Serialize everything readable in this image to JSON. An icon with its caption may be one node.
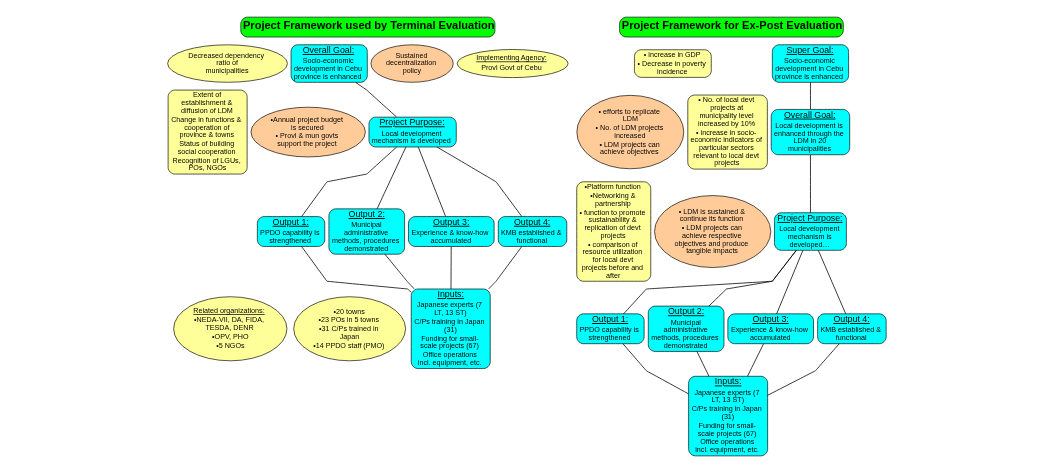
{
  "diagram": {
    "nodes": [
      {
        "text": [
          "Project Framework used by Terminal Evaluation"
        ]
      },
      {
        "text": [
          "Implementing Agency:",
          "Provl Govt of Cebu"
        ]
      },
      {
        "text": [
          "Sustained decentralization policy"
        ]
      },
      {
        "text": [
          "Overall Goal:",
          "Socio-economic development in Cebu province is enhanced"
        ]
      },
      {
        "text": [
          "Decreased dependency ratio of municipalities"
        ]
      },
      {
        "text": [
          "•Annual project budget is secured",
          "• Provl & mun govts support the project"
        ]
      },
      {
        "text": [
          "Project Purpose:",
          "Local development mechanism is developed"
        ]
      },
      {
        "text": [
          "Extent of establishment & diffusion of LDM",
          "Change in functions & cooperation of province & towns",
          "Status of building social cooperation",
          "Recognition of LGUs, POs, NGOs"
        ]
      },
      {
        "text": [
          "Output 1:",
          "PPDO capability is strengthened"
        ]
      },
      {
        "text": [
          "Output 2:",
          "Municipal administrative methods, procedures demonstrated"
        ]
      },
      {
        "text": [
          "Output 3:",
          "Experience & know-how accumulated"
        ]
      },
      {
        "text": [
          "Output 4:",
          "KMB established & functional"
        ]
      },
      {
        "text": [
          "•20 towns",
          "•23 POs in 5 towns",
          "•31 C/Ps trained in Japan",
          "•14 PPDO staff (PMO)"
        ]
      },
      {
        "text": [
          "Inputs:",
          "Japanese experts (7 LT, 13 ST)",
          "C/Ps training in Japan (31)",
          "Funding for small-scale projects (67)",
          "Office operations incl. equipment, etc."
        ]
      },
      {
        "text": [
          "Related organizations:",
          "•NEDA-VII, DA, FIDA, TESDA, DENR",
          "•OPV, PHO",
          "•5 NGOs"
        ]
      },
      {
        "text": [
          "Project Framework for Ex-Post Evaluation"
        ]
      },
      {
        "text": [
          "Super Goal:",
          "Socio-economic development in Cebu province is enhanced"
        ]
      },
      {
        "text": [
          "• increase in GDP",
          "• Decrease in poverty incidence"
        ]
      },
      {
        "text": [
          "• No. of local devt projects at municipality level increased by 10%",
          "• increase in socio-economic indicators of particular sectors relevant to local devt projects"
        ]
      },
      {
        "text": [
          "Overall Goal:",
          "Local development is enhanced through the LDM in 20 municipalities"
        ]
      },
      {
        "text": [
          "• efforts to replicate LDM",
          "• No. of LDM projects increased",
          "• LDM projects can achieve objectives"
        ]
      },
      {
        "text": [
          "• LDM is sustained & continue its function",
          "• LDM projects can achieve respective objectives and produce tangible impacts"
        ]
      },
      {
        "text": [
          "Project Purpose:",
          "Local development mechanism is developed…"
        ]
      },
      {
        "text": [
          "•Platform function",
          "•Networking & partnership",
          "• function to promote sustainability & replication of devt projects",
          "• comparison of resource utilization for local devt projects before and after"
        ]
      },
      {
        "text": [
          "Output 1:",
          "PPDO capability is strengthened"
        ]
      },
      {
        "text": [
          "Output 2:",
          "Municipal administrative methods, procedures demonstrated"
        ]
      },
      {
        "text": [
          "Output 3:",
          "Experience & know-how accumulated"
        ]
      },
      {
        "text": [
          "Output 4:",
          "KMB established & functional"
        ]
      },
      {
        "text": [
          "Inputs:",
          "Japanese experts (7 LT, 13 ST)",
          "C/Ps training in Japan (31)",
          "Funding for small-scale projects (67)",
          "Office operations incl. equipment, etc."
        ]
      }
    ],
    "edges": [
      {
        "from": 3,
        "to": 6,
        "arrow": "none"
      },
      {
        "from": 6,
        "to": 8,
        "arrow": "none"
      },
      {
        "from": 6,
        "to": 9,
        "arrow": "none"
      },
      {
        "from": 6,
        "to": 10,
        "arrow": "none"
      },
      {
        "from": 6,
        "to": 11,
        "arrow": "none"
      },
      {
        "from": 8,
        "to": 13,
        "arrow": "none"
      },
      {
        "from": 9,
        "to": 13,
        "arrow": "none"
      },
      {
        "from": 10,
        "to": 13,
        "arrow": "none"
      },
      {
        "from": 11,
        "to": 13,
        "arrow": "none"
      },
      {
        "from": 16,
        "to": 19,
        "arrow": "none"
      },
      {
        "from": 19,
        "to": 22,
        "arrow": "none"
      },
      {
        "from": 22,
        "to": 24,
        "arrow": "none"
      },
      {
        "from": 22,
        "to": 25,
        "arrow": "none"
      },
      {
        "from": 22,
        "to": 26,
        "arrow": "none"
      },
      {
        "from": 22,
        "to": 27,
        "arrow": "none"
      },
      {
        "from": 24,
        "to": 28,
        "arrow": "none"
      },
      {
        "from": 25,
        "to": 28,
        "arrow": "none"
      },
      {
        "from": 26,
        "to": 28,
        "arrow": "none"
      },
      {
        "from": 27,
        "to": 28,
        "arrow": "none"
      }
    ]
  }
}
